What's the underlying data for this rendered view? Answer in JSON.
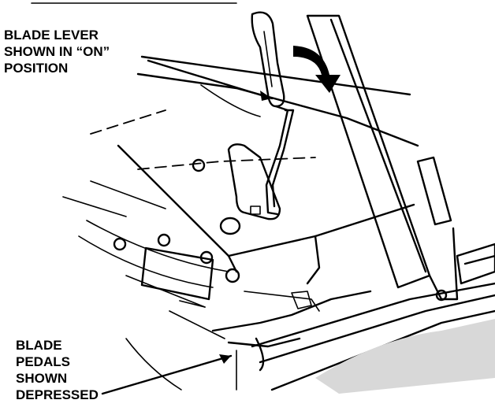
{
  "labels": {
    "blade_lever_line1": "BLADE LEVER",
    "blade_lever_line2": "SHOWN IN “ON”",
    "blade_lever_line3": "POSITION",
    "blade_pedals_line1": "BLADE",
    "blade_pedals_line2": "PEDALS",
    "blade_pedals_line3": "SHOWN",
    "blade_pedals_line4": "DEPRESSED"
  }
}
